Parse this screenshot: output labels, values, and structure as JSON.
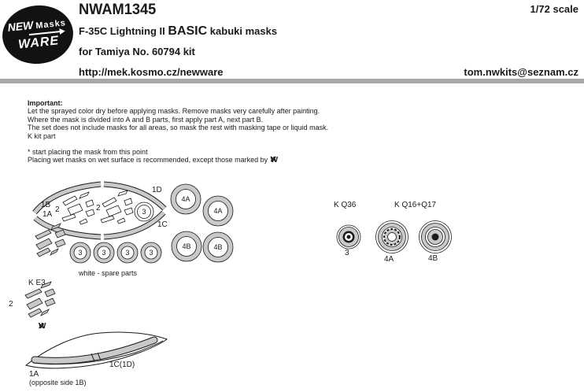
{
  "colors": {
    "mask_gray": "#c9c9c9",
    "divider_gray": "#a8a8a8",
    "logo_black": "#121212",
    "ink": "#1a1a1a"
  },
  "header": {
    "logo": {
      "new": "NEW",
      "masks": "Masks",
      "ware": "WARE"
    },
    "product_code": "NWAM1345",
    "scale": "1/72 scale",
    "title_prefix": "F-35C Lightning II",
    "title_basic": "BASIC",
    "title_suffix": "kabuki masks",
    "subtitle": "for Tamiya No. 60794 kit",
    "website": "http://mek.kosmo.cz/newware",
    "email": "tom.nwkits@seznam.cz"
  },
  "instructions": {
    "heading": "Important:",
    "lines": [
      "Let the sprayed color dry before applying masks. Remove masks very carefully after painting.",
      "Where the mask is divided into A and B parts, first apply part A, next part B.",
      "The set does not include masks for all areas, so mask the rest with masking tape or liquid mask.",
      "K kit part",
      "* start placing the mask from this point",
      "Placing wet masks on wet surface is recommended, except those marked by"
    ]
  },
  "icons": {
    "no_wet": "W"
  },
  "masks": {
    "labels": {
      "m1a": "1A",
      "m1b": "1B",
      "m1c": "1C",
      "m1d": "1D",
      "m2": "2",
      "m3": "3",
      "m4a": "4A",
      "m4b": "4B"
    },
    "spare_note": "white - spare parts",
    "ke3_ref": "K E3",
    "wheels": {
      "left_ref": "K Q36",
      "right_ref": "K Q16+Q17"
    },
    "canopy": {
      "side_label": "1C(1D)",
      "bottom_label": "1A",
      "bottom_note": "(opposite side 1B)"
    }
  }
}
